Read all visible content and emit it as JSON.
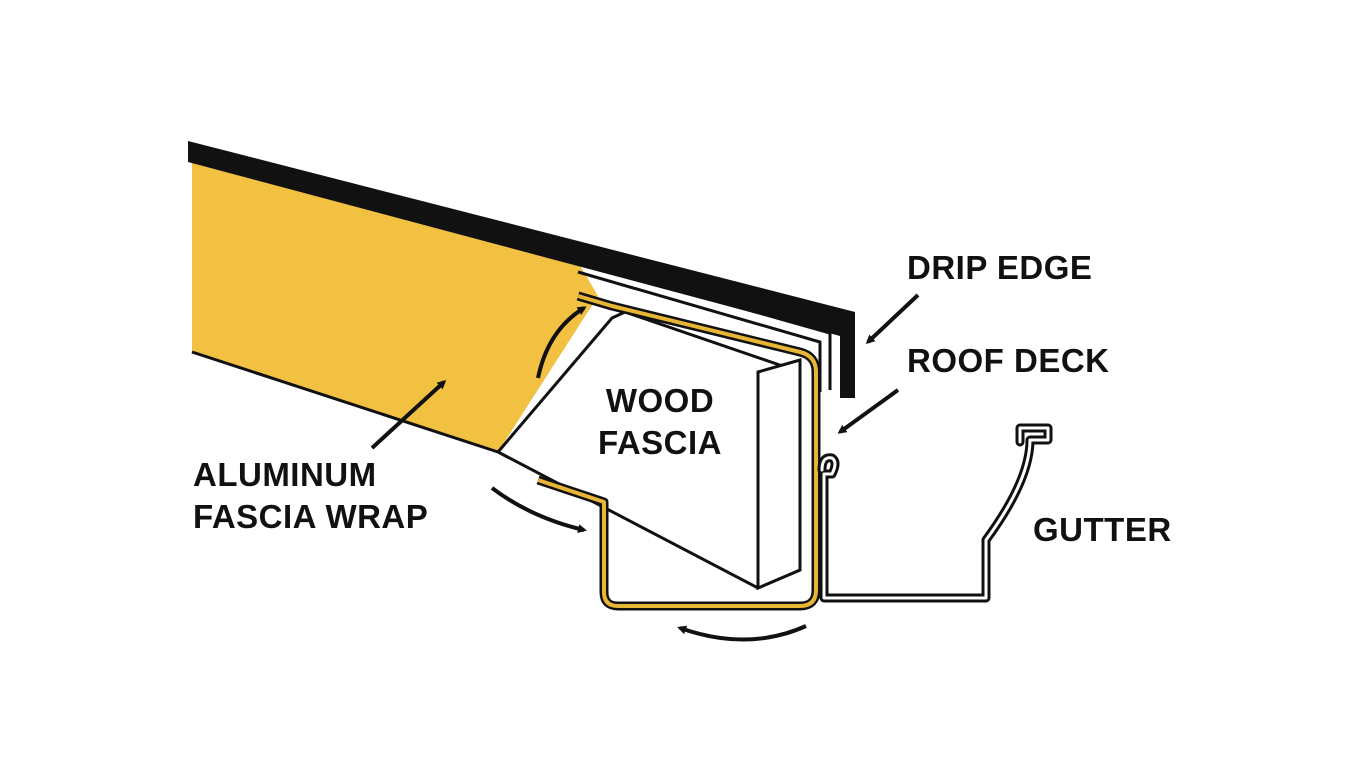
{
  "diagram": {
    "labels": {
      "drip_edge": "DRIP EDGE",
      "roof_deck": "ROOF DECK",
      "wood_fascia": [
        "WOOD",
        "FASCIA"
      ],
      "aluminum_fascia_wrap": [
        "ALUMINUM",
        "FASCIA WRAP"
      ],
      "gutter": "GUTTER"
    },
    "colors": {
      "roof_fill": "#f2c141",
      "wrap_stroke": "#e6b634",
      "outline": "#111111",
      "background": "#ffffff"
    }
  }
}
